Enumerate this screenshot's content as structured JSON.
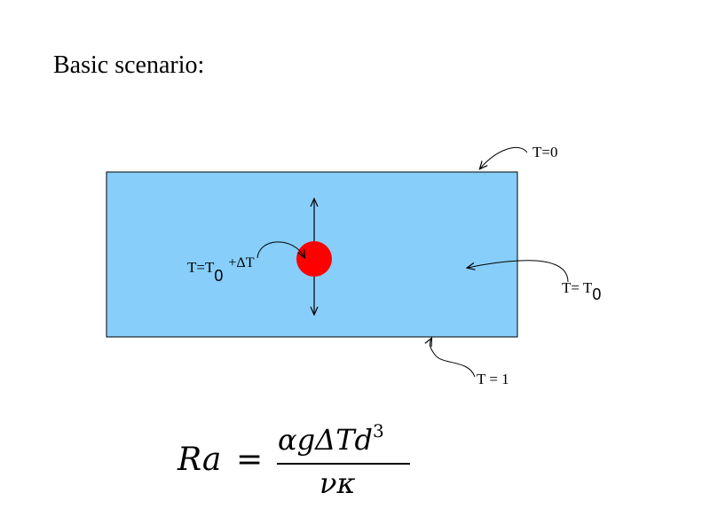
{
  "slide": {
    "title": "Basic scenario:"
  },
  "diagram": {
    "box_color": "#87cefa",
    "box_stroke": "#000000",
    "ball_color": "#ff0000",
    "labels": {
      "top": "T=0",
      "right_prefix": "T= T",
      "right_sub": "0",
      "bottom": "T = 1",
      "ball_prefix": "T=T",
      "ball_sub": "0",
      "ball_suffix": "+ΔT"
    }
  },
  "formula": {
    "lhs": "Ra",
    "eq": "=",
    "numerator": "αgΔTd",
    "exponent": "3",
    "denominator": "νκ"
  }
}
